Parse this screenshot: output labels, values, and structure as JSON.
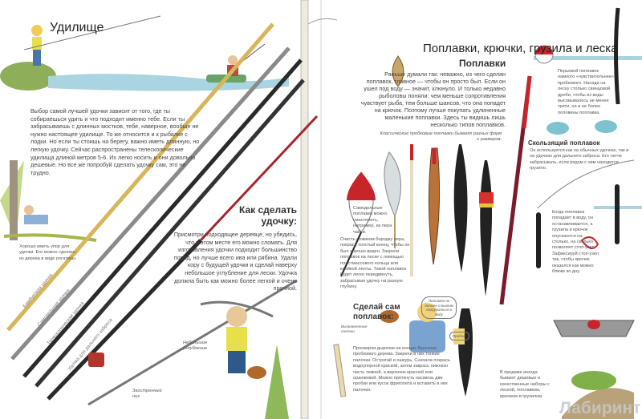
{
  "left": {
    "title": "Удилище",
    "intro": "Выбор самой лучшей удочки зависит от того, где ты собираешься удить и что подходит именно тебе. Если ты забрасываешь с длинных мостков, тебе, наверное, вообще не нужно настоящее удилище. То же относится и к рыбалке с лодки. Но если ты стоишь на берегу, важно иметь длинную, но легкую удочку. Сейчас распространены телескопические удилища длиной метров 5-6. Их легко носить и они довольно дешевые. Но все же попробуй сделать удочку сам, это не трудно.",
    "support_note": "Хорошо иметь упор для удочки. Его можно сделать из дерева в виде рогатины.",
    "rods": [
      "Бамбуковая удочка",
      "Самодельная удочка",
      "Телескопическая удочка",
      "Удочка для дальнего заброса"
    ],
    "howto_title": "Как сделать удочку:",
    "howto_text": "Присмотри подходящее деревце, но убедись, что в этом месте его можно сломать. Для изготовления удочки подходит большинство пород, но лучше всего ива или рябина. Удали кору с будущей удочки и сделай наверху небольшое углубление для лески. Удочка должна быть как можно более легкой и очень прочной.",
    "groove_label": "Небольшое углубление",
    "sharpened_label": "Заостренный низ"
  },
  "right": {
    "title": "Поплавки, крючки, грузила и леска",
    "floats_title": "Поплавки",
    "floats_text": "Раньше думали так: неважно, из чего сделан поплавок, главное — чтобы он просто был. Если он ушел под воду — значит, клюнуло. И только недавно рыболовы поняли: чем меньше сопротивления чувствует рыба, тем больше шансов, что она попадет на крючок. Поэтому лучше покупать удлиненные маленькие поплавки. Здесь ты видишь лишь несколько типов поплавков.",
    "cork_caption": "Классические пробковые поплавки бывают разных форм и размеров.",
    "feather_caption": "Самодельные поплавки можно смастерить, например, из пера чайки.",
    "feather_text": "Очисть ножиком бородку пера, покрась толстый конец, чтобы он был хорошо виден. Закрепи поплавок на леске с помощью пластмассового кольца или клейкой ленты. Такой поплавок будет легко передвинуть, забрасывая удочку на разную глубину.",
    "diy_title": "Сделай сам поплавок:",
    "diy_text": "Просверли дырочки на концах брусочка пробкового дерева. Закрепи в них тонкие палочки. Острогай и ошкурь. Сначала покрась водоупорной краской, затем закрась нижнюю часть темной, а верхнюю красной или оранжевой. Можно проткнуть насквозь две пробки или кусок фриголита и вставить в них палочки.",
    "bubble1": "Выпрямленные палочки",
    "bubble2": "Поплавок не должен слишком погружаться в воду",
    "bubble3": "Пробка!",
    "feather_float_text": "Перьевой поплавок намного «чувствительнее» пробкового. Насади на леску столько свинцовой дроби, чтобы из воды высовывалось не менее трети, но и не более половины поплавка.",
    "sliding_title": "Скользящий поплавок",
    "sliding_text": "Он используется как на обычных удочках, так и на удочках для дальнего заброса. Его легче забрасывать, если рядом с ним находится грузило.",
    "stopknot_text": "Когда поплавок попадает в воду, он останавливается, а грузила и крючок опускаются на столько, на сколько позволяет стоп-узел. Зафиксируй стоп-узел так, чтобы крючок оказался как можно ближе ко дну.",
    "sets_text": "В продаже иногда бывают дешевые и качественные наборы с леской, поплавком, крючком и грузилом.",
    "watermark": "Лабиринт"
  },
  "colors": {
    "red": "#c8252b",
    "bamboo": "#d9b55a",
    "rod_dark": "#2a2a2a",
    "water": "#a9d4e0",
    "grass": "#7aa83a"
  }
}
